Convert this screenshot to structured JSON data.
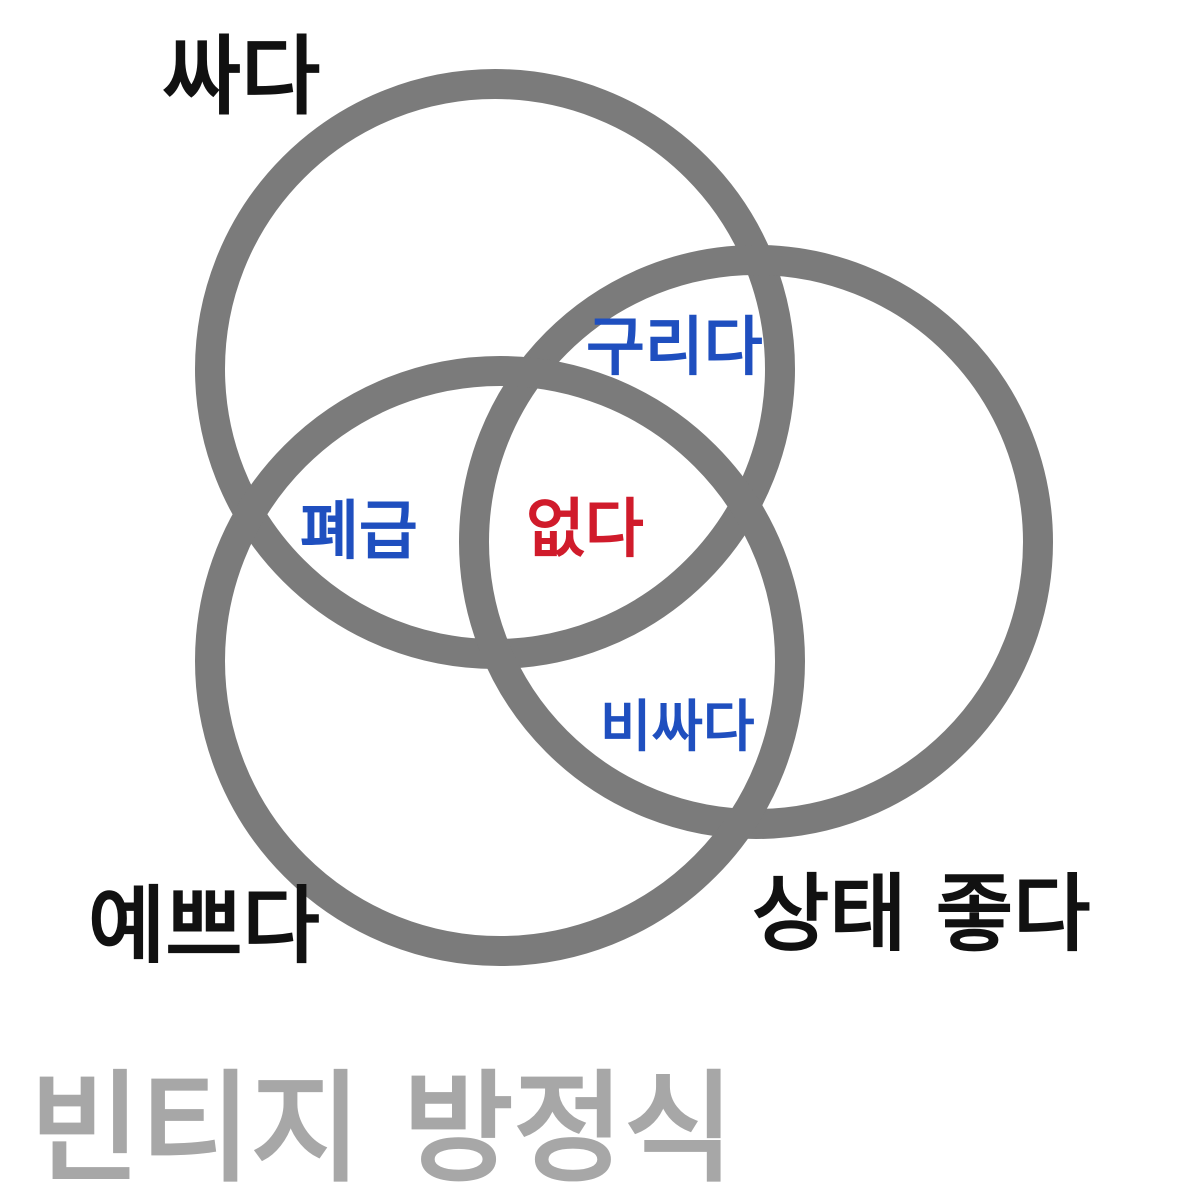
{
  "diagram": {
    "type": "venn-3",
    "sets": {
      "top": "싸다",
      "bottom_left": "예쁘다",
      "bottom_right": "상태 좋다"
    },
    "regions": {
      "top_and_right": "구리다",
      "top_and_left": "폐급",
      "all_three": "없다",
      "left_and_right": "비싸다"
    }
  },
  "title": "빈티지 방정식",
  "colors": {
    "circle_stroke": "#7b7b7b",
    "set_label": "#111111",
    "region_label": "#1f4fbf",
    "center_label": "#d01b2b",
    "title": "#a7a7a7",
    "background": "#ffffff"
  }
}
